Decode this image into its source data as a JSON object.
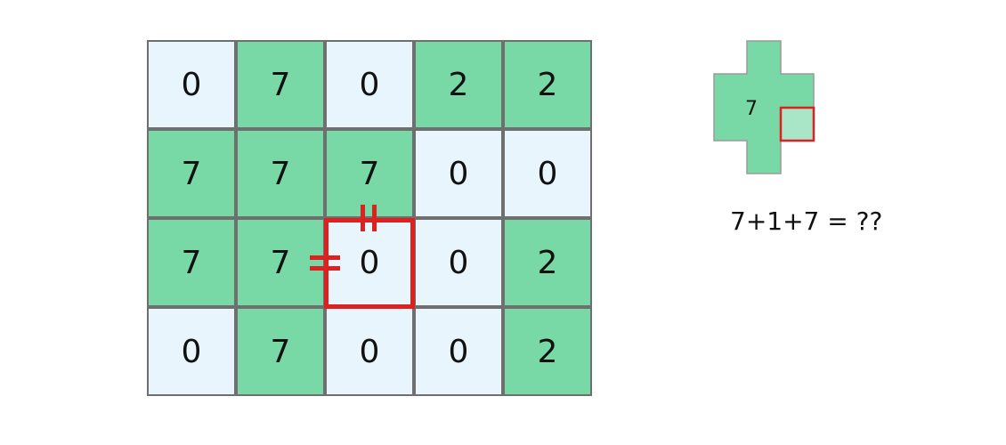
{
  "colors": {
    "filled": "#79d9a6",
    "empty": "#e8f5fd",
    "border": "#6f6f6f",
    "highlight": "#dd2020",
    "shape_target": "#a9e5c7"
  },
  "grid": {
    "rows": [
      [
        "0",
        "7",
        "0",
        "2",
        "2"
      ],
      [
        "7",
        "7",
        "7",
        "0",
        "0"
      ],
      [
        "7",
        "7",
        "0",
        "0",
        "2"
      ],
      [
        "0",
        "7",
        "0",
        "0",
        "2"
      ]
    ]
  },
  "shape": {
    "label": "7"
  },
  "equation": "7+1+7 = ??"
}
